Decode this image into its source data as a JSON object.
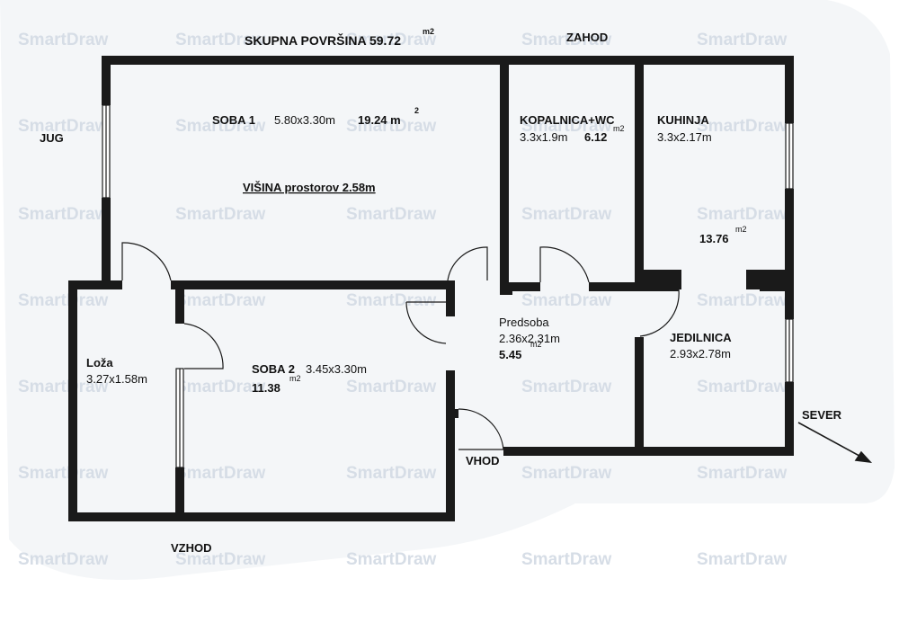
{
  "header": {
    "total_area_label": "SKUPNA POVRŠINA 59.72",
    "total_area_unit": "m2"
  },
  "compass": {
    "west": "ZAHOD",
    "south": "JUG",
    "east": "VZHOD",
    "north": "SEVER"
  },
  "height_label": "VIŠINA prostorov 2.58m",
  "entrance_label": "VHOD",
  "watermark": "SmartDraw",
  "rooms": {
    "soba1": {
      "name": "SOBA 1",
      "dims": "5.80x3.30m",
      "area": "19.24 m",
      "unit": "2"
    },
    "kopalnica": {
      "name": "KOPALNICA+WC",
      "dims": "3.3x1.9m",
      "area": "6.12",
      "unit": "m2"
    },
    "kuhinja": {
      "name": "KUHINJA",
      "dims": "3.3x2.17m",
      "area": "13.76",
      "unit": "m2"
    },
    "predsoba": {
      "name": "Predsoba",
      "dims": "2.36x2.31m",
      "area": "5.45",
      "unit": "m2"
    },
    "jedilnica": {
      "name": "JEDILNICA",
      "dims": "2.93x2.78m"
    },
    "loza": {
      "name": "Loža",
      "dims": "3.27x1.58m"
    },
    "soba2": {
      "name": "SOBA 2",
      "dims": "3.45x3.30m",
      "area": "11.38",
      "unit": "m2"
    }
  },
  "colors": {
    "wall": "#1a1a1a",
    "watermark": "#d6dde6",
    "background_tint": "#f4f6f8"
  }
}
